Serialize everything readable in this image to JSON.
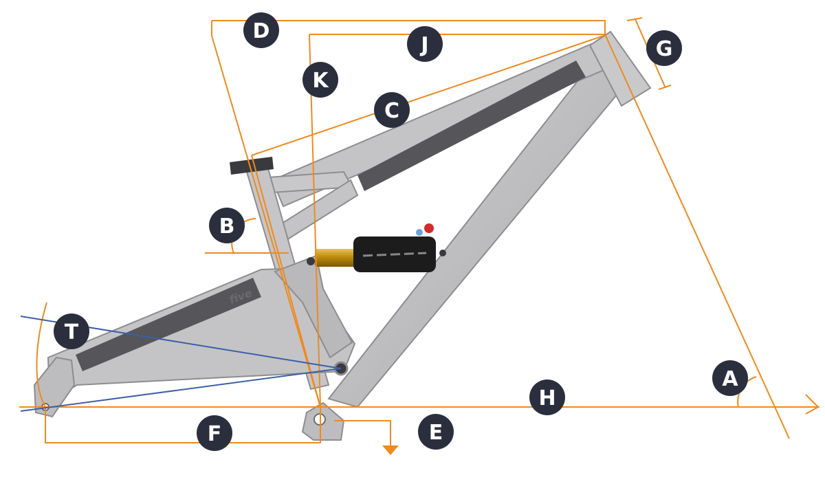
{
  "diagram": {
    "brand_text": "five",
    "colors": {
      "measure_line": "#ee8a1f",
      "trail_line": "#3b5fa6",
      "frame_fill": "#bdbdbf",
      "frame_dark": "#55555a",
      "frame_outline": "#8d8d90",
      "badge_fill": "#2b2f3d",
      "shock_body": "#1c1c1c",
      "shock_stanchion": "#b8860b"
    },
    "labels": {
      "A": "A",
      "B": "B",
      "C": "C",
      "D": "D",
      "E": "E",
      "F": "F",
      "G": "G",
      "H": "H",
      "J": "J",
      "K": "K",
      "T": "T"
    }
  }
}
